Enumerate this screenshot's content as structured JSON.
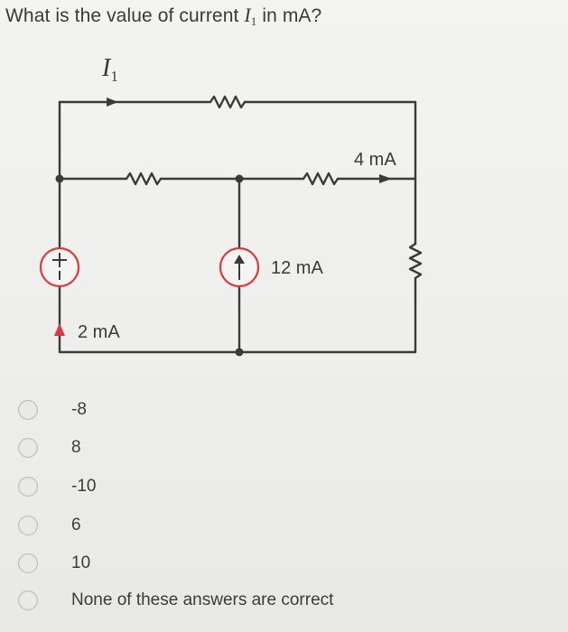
{
  "question": {
    "prefix": "What is the value of current ",
    "var": "I",
    "sub": "1",
    "suffix": " in mA?"
  },
  "circuit": {
    "current_label_var": "I",
    "current_label_sub": "1",
    "source_4ma": "4 mA",
    "source_12ma": "12 mA",
    "source_2ma": "2 mA",
    "wire_color": "#3a3a3a",
    "accent_red": "#d93a3a"
  },
  "options": [
    {
      "label": "-8",
      "selected": false
    },
    {
      "label": "8",
      "selected": false
    },
    {
      "label": "-10",
      "selected": false
    },
    {
      "label": "6",
      "selected": false
    },
    {
      "label": "10",
      "selected": false
    },
    {
      "label": "None of these answers are correct",
      "selected": false
    }
  ]
}
